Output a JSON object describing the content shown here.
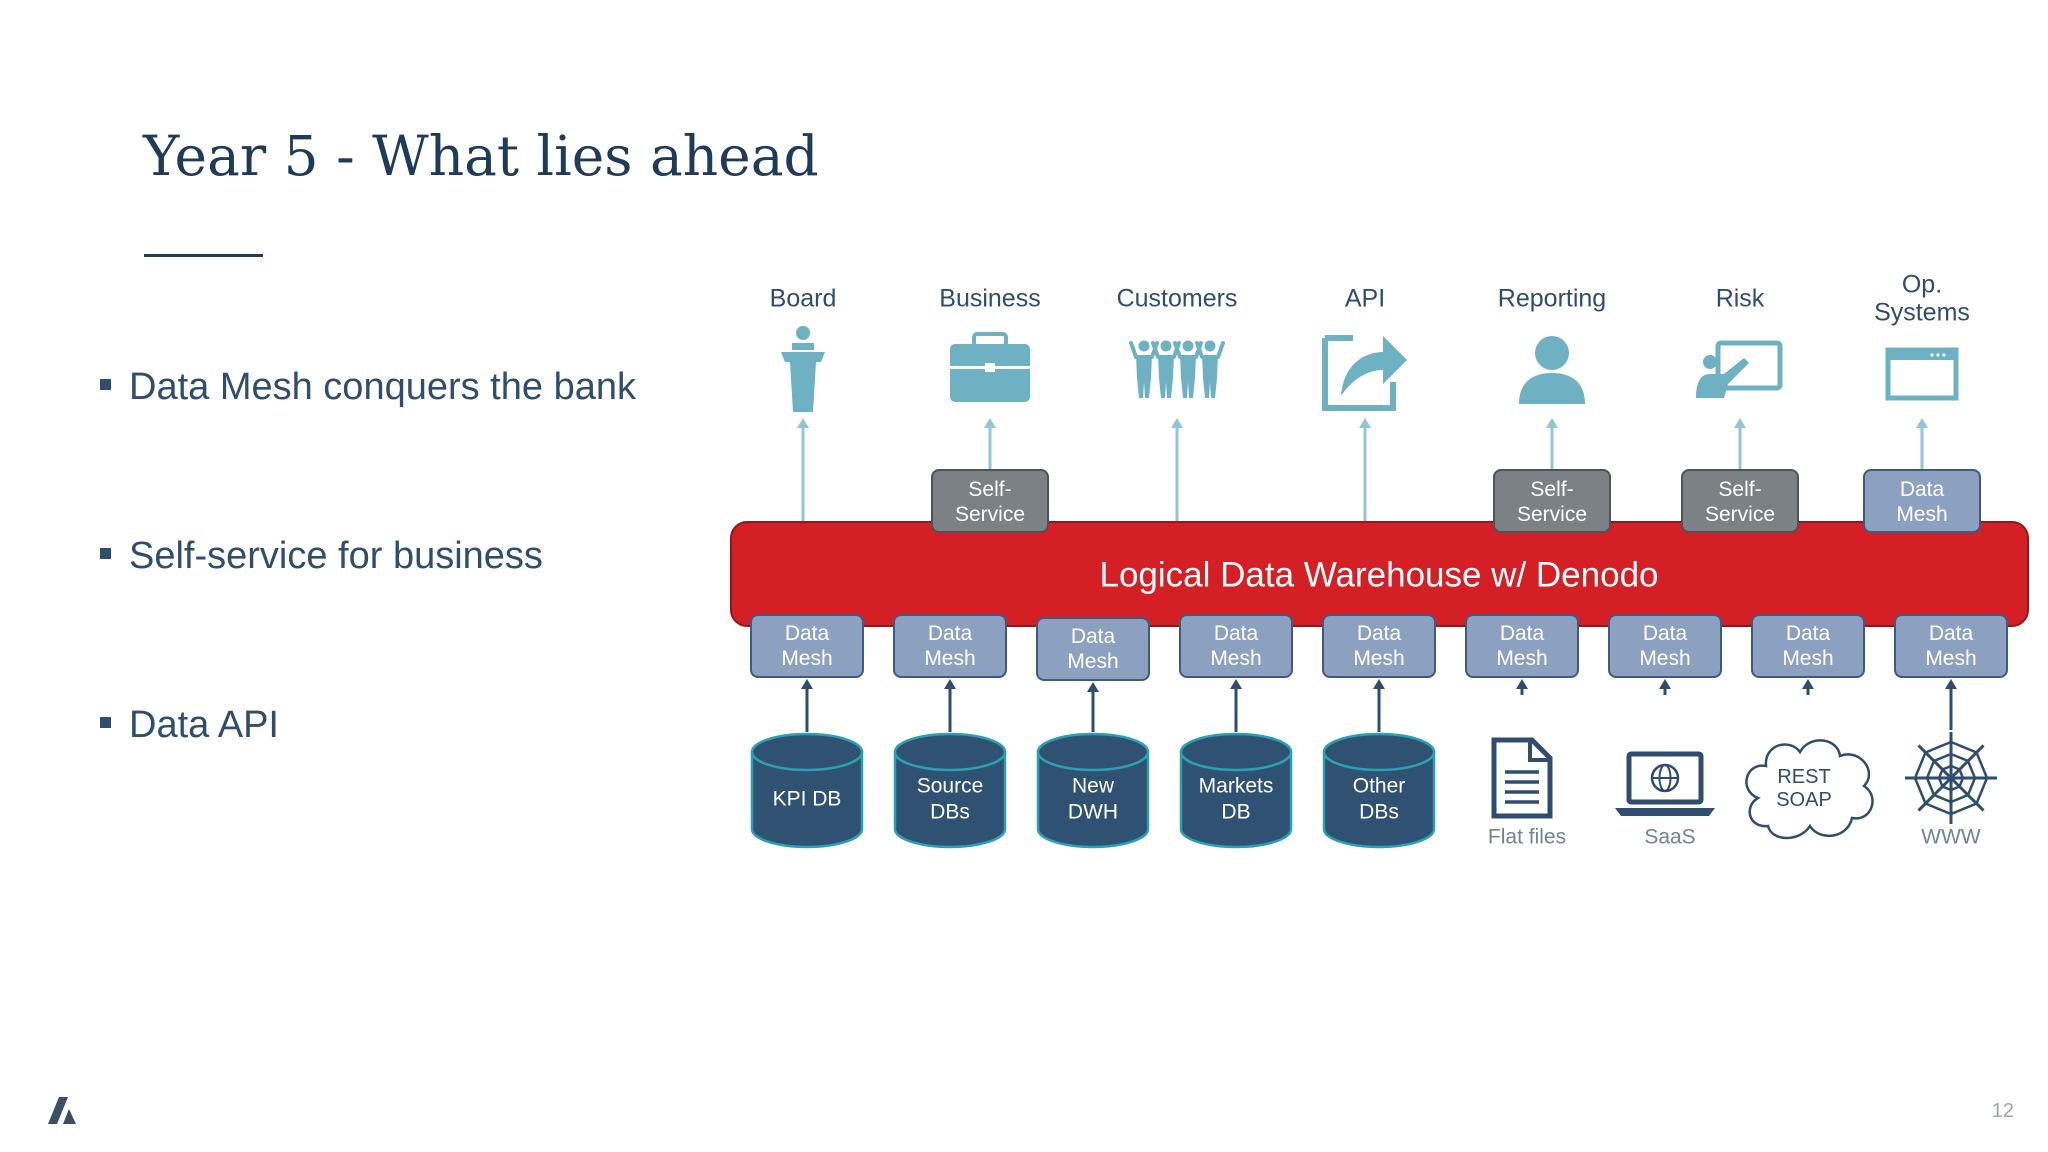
{
  "slide": {
    "title": "Year 5 - What lies ahead",
    "bullets": [
      "Data Mesh conquers the bank",
      "Self-service for business",
      "Data API"
    ],
    "page_number": "12"
  },
  "diagram": {
    "central_layer": "Logical Data Warehouse w/ Denodo",
    "consumers": [
      {
        "label": [
          "Board"
        ],
        "icon": "podium-speaker-icon",
        "badge": null
      },
      {
        "label": [
          "Business"
        ],
        "icon": "briefcase-icon",
        "badge": [
          "Self-",
          "Service"
        ]
      },
      {
        "label": [
          "Customers"
        ],
        "icon": "people-group-icon",
        "badge": null
      },
      {
        "label": [
          "API"
        ],
        "icon": "share-export-icon",
        "badge": null
      },
      {
        "label": [
          "Reporting"
        ],
        "icon": "user-icon",
        "badge": [
          "Self-",
          "Service"
        ]
      },
      {
        "label": [
          "Risk"
        ],
        "icon": "presentation-board-icon",
        "badge": [
          "Self-",
          "Service"
        ]
      },
      {
        "label": [
          "Op.",
          "Systems"
        ],
        "icon": "app-window-icon",
        "badge": [
          "Data",
          "Mesh"
        ]
      }
    ],
    "sources": [
      {
        "mesh": [
          "Data",
          "Mesh"
        ],
        "label": [
          "KPI DB"
        ],
        "type": "database"
      },
      {
        "mesh": [
          "Data",
          "Mesh"
        ],
        "label": [
          "Source",
          "DBs"
        ],
        "type": "database"
      },
      {
        "mesh": [
          "Data",
          "Mesh"
        ],
        "label": [
          "New",
          "DWH"
        ],
        "type": "database"
      },
      {
        "mesh": [
          "Data",
          "Mesh"
        ],
        "label": [
          "Markets",
          "DB"
        ],
        "type": "database"
      },
      {
        "mesh": [
          "Data",
          "Mesh"
        ],
        "label": [
          "Other",
          "DBs"
        ],
        "type": "database"
      },
      {
        "mesh": [
          "Data",
          "Mesh"
        ],
        "label": [
          "Flat files"
        ],
        "type": "document-icon"
      },
      {
        "mesh": [
          "Data",
          "Mesh"
        ],
        "label": [
          "SaaS"
        ],
        "type": "laptop-globe-icon"
      },
      {
        "mesh": [
          "Data",
          "Mesh"
        ],
        "label": [
          "REST",
          "SOAP"
        ],
        "type": "cloud-icon"
      },
      {
        "mesh": [
          "Data",
          "Mesh"
        ],
        "label": [
          "WWW"
        ],
        "type": "spider-web-icon"
      }
    ],
    "colors": {
      "band": "#d41f25",
      "band_border": "#8e1a1c",
      "badge_grey": "#7b8184",
      "mesh_blue": "#8ca0bf",
      "mesh_border": "#3f5a80",
      "db_fill": "#2f5272",
      "icon_teal": "#6db1c3",
      "line_teal": "#93c6d3",
      "arrow_dark": "#2f4d6e",
      "source_label": "#6f8594",
      "consumer_label": "#2f4d6e"
    }
  }
}
